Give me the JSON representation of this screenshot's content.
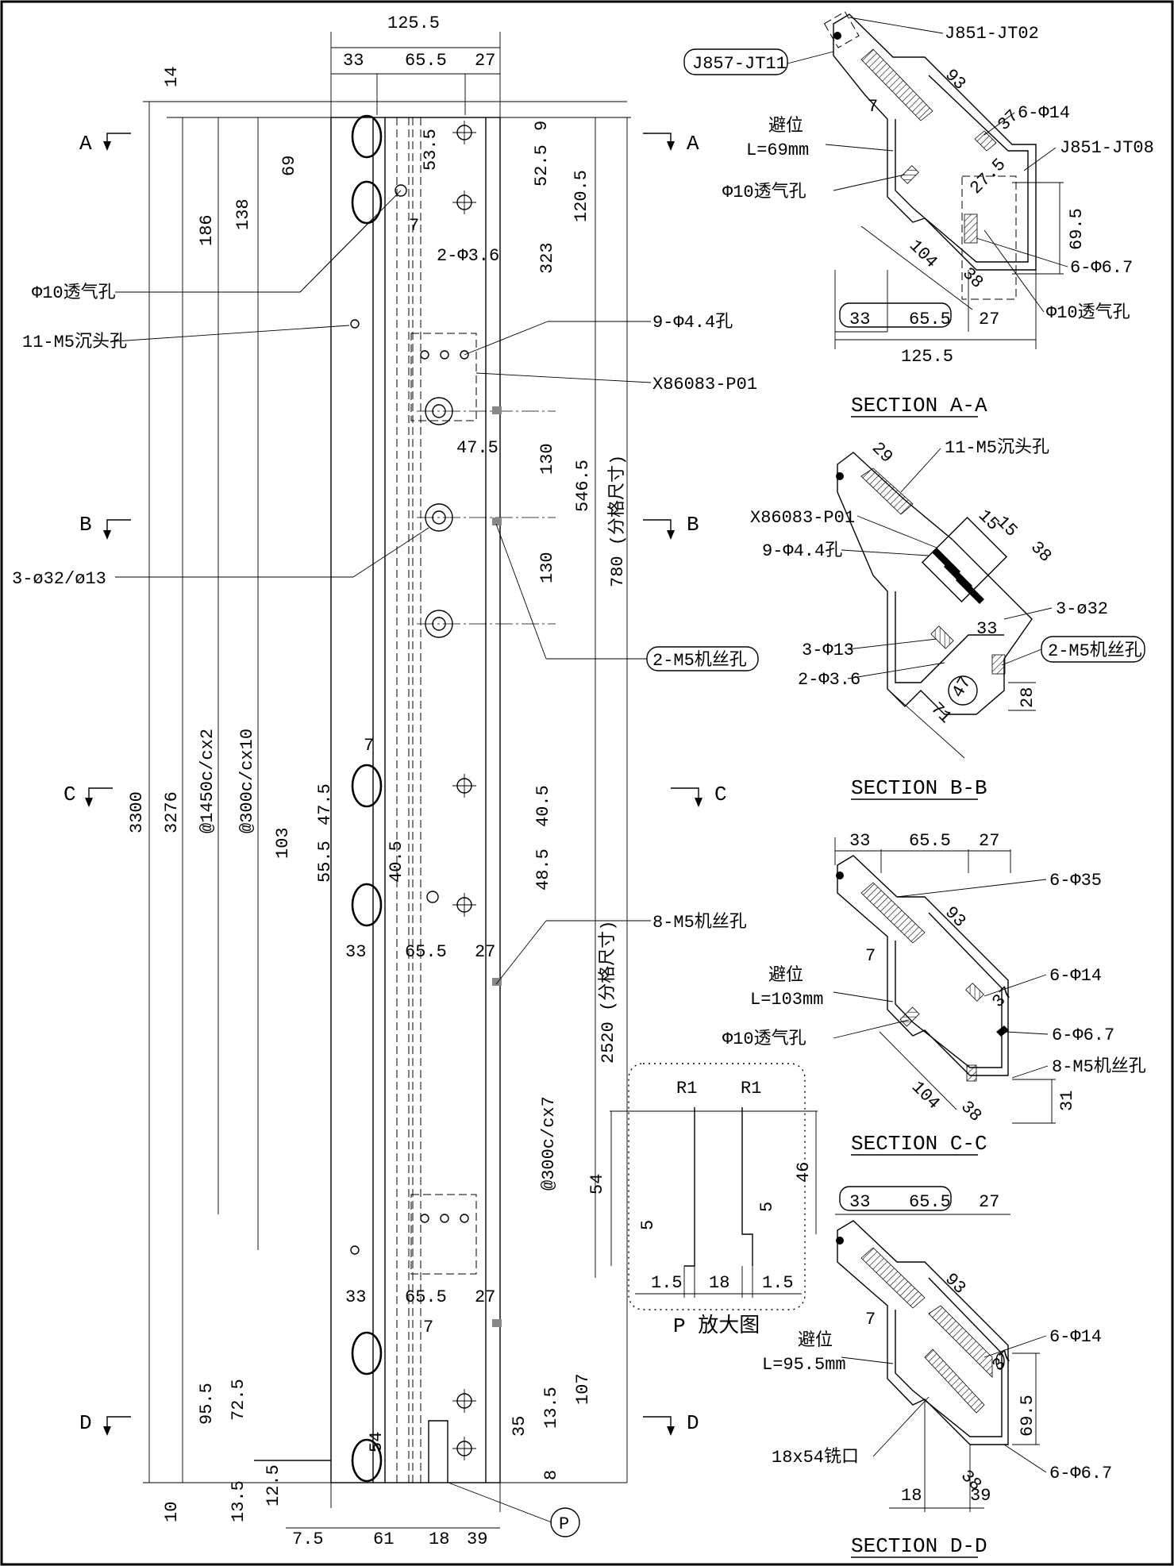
{
  "sections": {
    "a": "A",
    "b": "B",
    "c": "C",
    "d": "D",
    "aa_title": "SECTION  A-A",
    "bb_title": "SECTION  B-B",
    "cc_title": "SECTION  C-C",
    "dd_title": "SECTION  D-D"
  },
  "main_dims": {
    "overall_width": "125.5",
    "w33": "33",
    "w655": "65.5",
    "w27": "27",
    "d14": "14",
    "d9": "9",
    "d535": "53.5",
    "d525": "52.5",
    "d1205": "120.5",
    "d69": "69",
    "d186": "186",
    "d138": "138",
    "d7": "7",
    "d323": "323",
    "d475": "47.5",
    "d130a": "130",
    "d130b": "130",
    "d5465": "546.5",
    "d780": "780 (分格尺寸)",
    "d3300": "3300",
    "d3276": "3276",
    "p1450": "@1450c/cx2",
    "p300a": "@300c/cx10",
    "p300b": "@300c/cx7",
    "d103": "103",
    "d475b": "47.5",
    "d555": "55.5",
    "d405": "40.5",
    "d405b": "40.5",
    "d485": "48.5",
    "d7b": "7",
    "d2520": "2520 (分格尺寸)",
    "d955": "95.5",
    "d725": "72.5",
    "d54": "54",
    "d107": "107",
    "d35": "35",
    "d135": "13.5",
    "d8": "8",
    "d10": "10",
    "d135b": "13.5",
    "d125": "12.5",
    "d75": "7.5",
    "d61": "61",
    "d18": "18",
    "d39": "39",
    "d7c": "7"
  },
  "callouts": {
    "vent": "Φ10透气孔",
    "m5_countersunk": "11-M5沉头孔",
    "hole_2_36": "2-Φ3.6",
    "hole_9_44": "9-Φ4.4孔",
    "part_x86": "X86083-P01",
    "hole_3_32_13": "3-ø32/ø13",
    "m5_2": "2-M5机丝孔",
    "m5_8": "8-M5机丝孔",
    "p_marker": "P"
  },
  "detail_p": {
    "title": "P 放大图",
    "r1a": "R1",
    "r1b": "R1",
    "h54": "54",
    "h46": "46",
    "h5a": "5",
    "h5b": "5",
    "w15a": "1.5",
    "w18": "18",
    "w15b": "1.5"
  },
  "section_aa": {
    "ref1": "J851-JT02",
    "ref2": "J857-JT11",
    "ref3": "J851-JT08",
    "d93": "93",
    "d7": "7",
    "d37": "37",
    "avoid": "避位",
    "avoid_len": "L=69mm",
    "hole14": "6-Φ14",
    "vent": "Φ10透气孔",
    "d275": "27.5",
    "d695": "69.5",
    "hole67": "6-Φ6.7",
    "d104": "104",
    "d38": "38",
    "vent2": "Φ10透气孔",
    "w33": "33",
    "w655": "65.5",
    "w27": "27",
    "w1255": "125.5"
  },
  "section_bb": {
    "d29": "29",
    "m5cs": "11-M5沉头孔",
    "part": "X86083-P01",
    "h44": "9-Φ4.4孔",
    "d15a": "15",
    "d15b": "15",
    "d38": "38",
    "h32": "3-ø32",
    "d33": "33",
    "h13": "3-Φ13",
    "h36": "2-Φ3.6",
    "m5": "2-M5机丝孔",
    "d28": "28",
    "d47": "47",
    "d71": "71"
  },
  "section_cc": {
    "w33": "33",
    "w655": "65.5",
    "w27": "27",
    "h35": "6-Φ35",
    "d93": "93",
    "d7": "7",
    "h14": "6-Φ14",
    "avoid": "避位",
    "avoid_len": "L=103mm",
    "d37": "37",
    "vent": "Φ10透气孔",
    "h67": "6-Φ6.7",
    "m5": "8-M5机丝孔",
    "d104": "104",
    "d38": "38",
    "d31": "31"
  },
  "section_dd": {
    "w33": "33",
    "w655": "65.5",
    "w27": "27",
    "d93": "93",
    "d7": "7",
    "h14": "6-Φ14",
    "avoid": "避位",
    "avoid_len": "L=95.5mm",
    "d37": "37",
    "d695": "69.5",
    "mill": "18x54铣口",
    "h67": "6-Φ6.7",
    "d38": "38",
    "d18": "18",
    "d39": "39"
  }
}
